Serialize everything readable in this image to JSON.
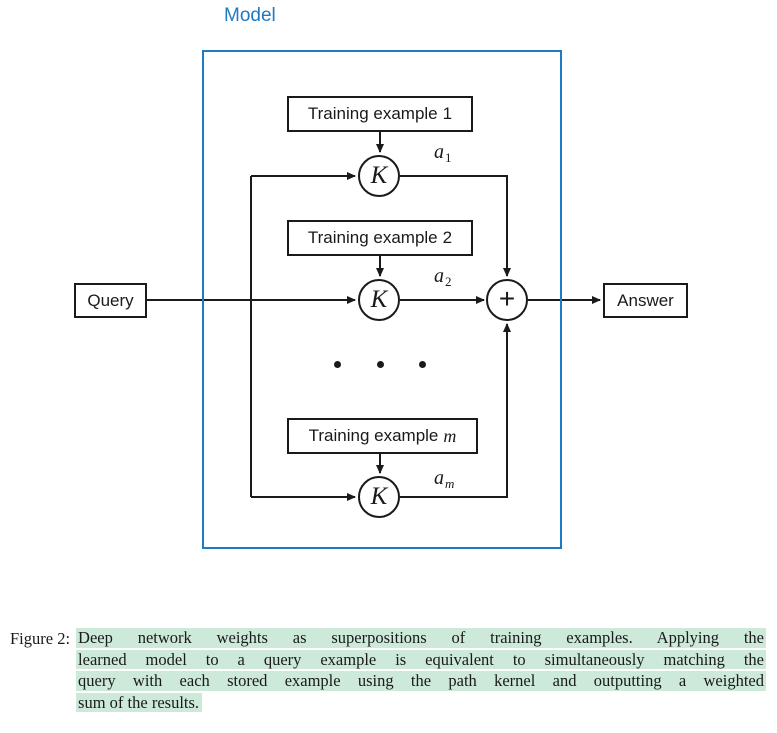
{
  "colors": {
    "accent_blue": "#1f7ac4",
    "highlight_green": "#cde9da",
    "ink": "#1a1a1a"
  },
  "diagram": {
    "model_label": "Model",
    "query_label": "Query",
    "answer_label": "Answer",
    "kernel_label": "K",
    "sum_label": "+",
    "training_examples": [
      {
        "label": "Training example",
        "index": "1"
      },
      {
        "label": "Training example",
        "index": "2"
      },
      {
        "label": "Training example",
        "index": "m"
      }
    ],
    "weights": [
      {
        "base": "a",
        "sub": "1"
      },
      {
        "base": "a",
        "sub": "2"
      },
      {
        "base": "a",
        "sub": "m"
      }
    ]
  },
  "caption": {
    "label": "Figure 2:",
    "lines": [
      "Deep network weights as superpositions of training examples. Applying the",
      "learned model to a query example is equivalent to simultaneously matching the",
      "query with each stored example using the path kernel and outputting a weighted",
      "sum of the results."
    ]
  }
}
